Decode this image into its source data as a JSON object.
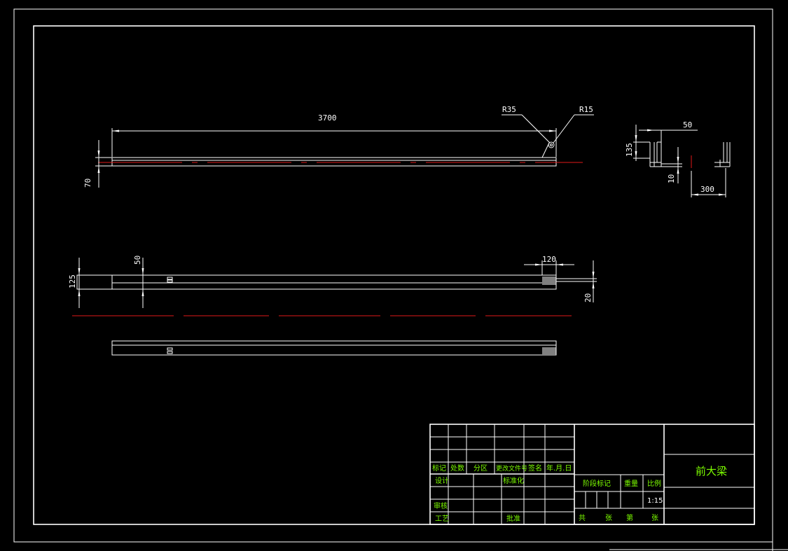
{
  "drawing": {
    "title": "前大梁",
    "dimensions": {
      "length": "3700",
      "r35": "R35",
      "r15": "R15",
      "h70": "70",
      "w50_top": "50",
      "h135": "135",
      "t10": "10",
      "w300": "300",
      "h125": "125",
      "w50": "50",
      "w120": "120",
      "h20": "20"
    }
  },
  "title_block": {
    "rev_headers": [
      "标记",
      "处数",
      "分区",
      "更改文件号",
      "签名",
      "年.月.日"
    ],
    "rows": {
      "design": "设计",
      "standardization": "标准化",
      "review": "审核",
      "process": "工艺",
      "approve": "批准"
    },
    "stage_label": "阶段标记",
    "weight_label": "重量",
    "scale_label": "比例",
    "scale_value": "1:15",
    "sheets": {
      "total": "共",
      "sheet_unit": "张",
      "number": "第",
      "sheet_unit2": "张"
    }
  }
}
